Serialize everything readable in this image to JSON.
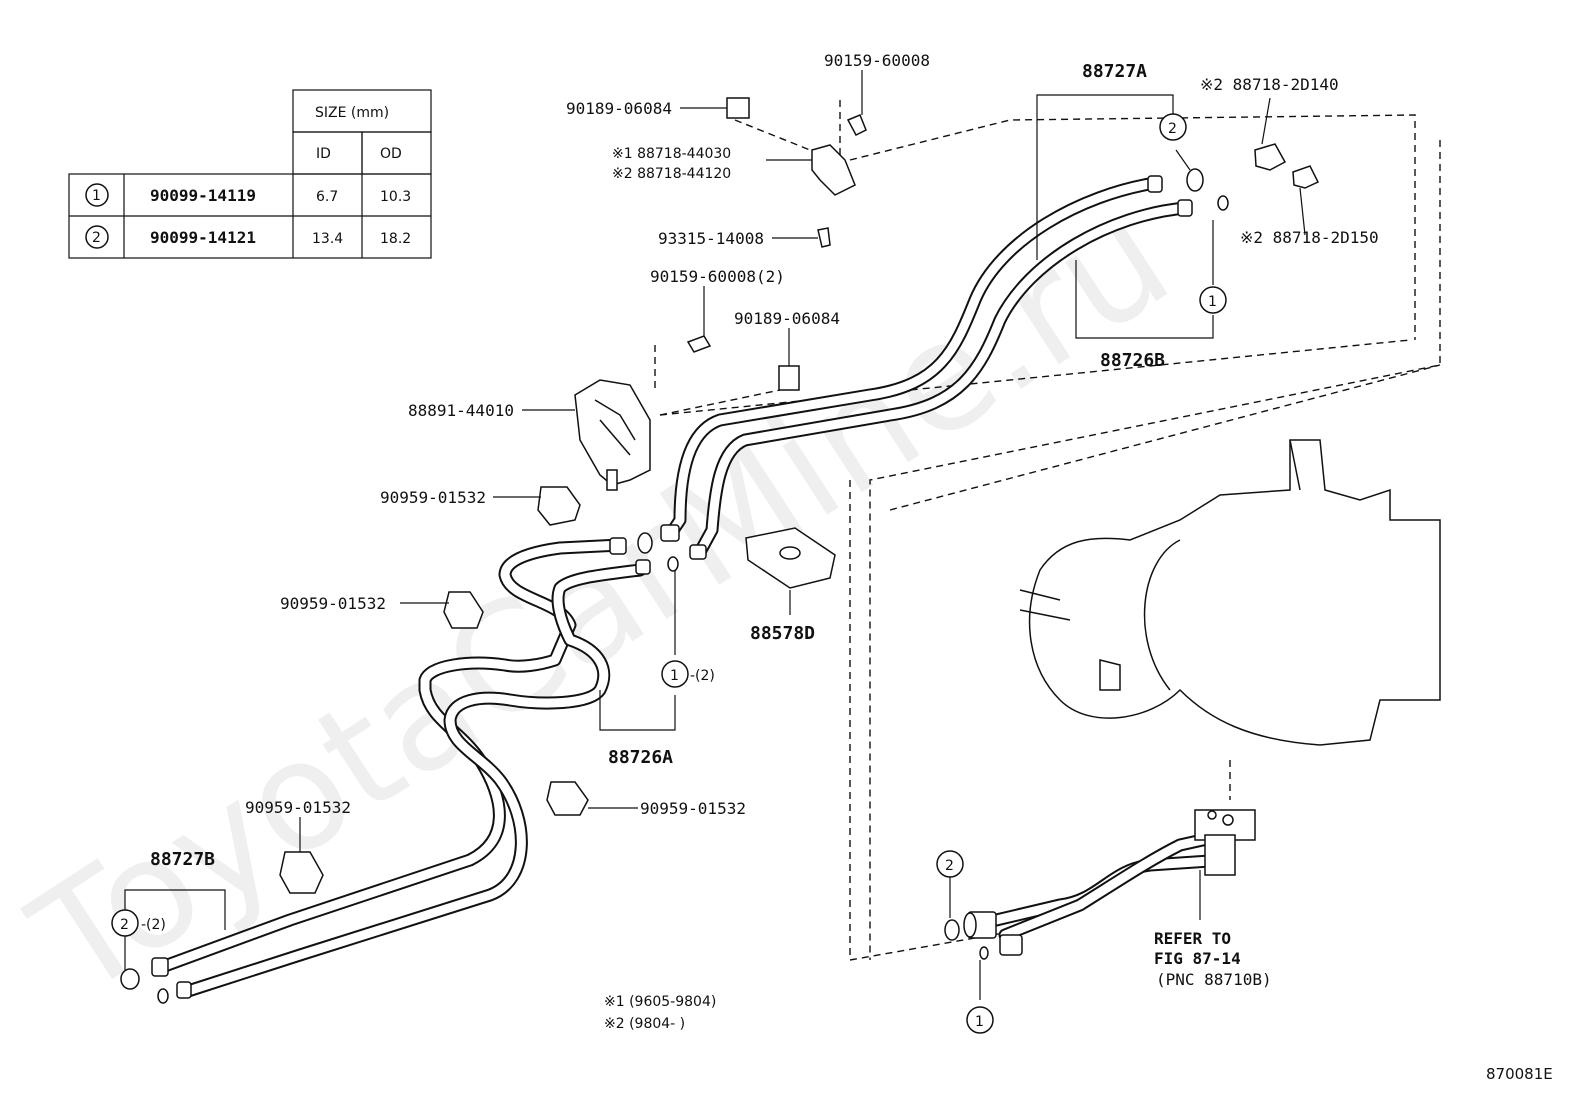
{
  "watermark": "ToyotaCarMine.ru",
  "figure_id": "870081E",
  "size_table": {
    "header": "SIZE (mm)",
    "columns": [
      "ID",
      "OD"
    ],
    "rows": [
      {
        "ref": "1",
        "part": "90099-14119",
        "id": "6.7",
        "od": "10.3"
      },
      {
        "ref": "2",
        "part": "90099-14121",
        "id": "13.4",
        "od": "18.2"
      }
    ]
  },
  "labels": {
    "p90159_60008": "90159-60008",
    "p90189_06084_a": "90189-06084",
    "p88718_44030": "※1 88718-44030",
    "p88718_44120": "※2 88718-44120",
    "p93315_14008": "93315-14008",
    "p90159_60008_2": "90159-60008(2)",
    "p90189_06084_b": "90189-06084",
    "p88891_44010": "88891-44010",
    "p90959_01532_a": "90959-01532",
    "p90959_01532_b": "90959-01532",
    "p90959_01532_c": "90959-01532",
    "p90959_01532_d": "90959-01532",
    "p88727A": "88727A",
    "p88718_2D140": "※2 88718-2D140",
    "p88718_2D150": "※2 88718-2D150",
    "p88726B": "88726B",
    "p88578D": "88578D",
    "p88726A": "88726A",
    "p88727B": "88727B",
    "qty_2": "-(2)",
    "qty_2b": "-(2)",
    "callout_1": "1",
    "callout_2": "2",
    "refer_line1": "REFER TO",
    "refer_line2": "FIG 87-14",
    "refer_line3": "(PNC 88710B)",
    "note1": "※1 (9605-9804)",
    "note2": "※2 (9804-      )"
  }
}
